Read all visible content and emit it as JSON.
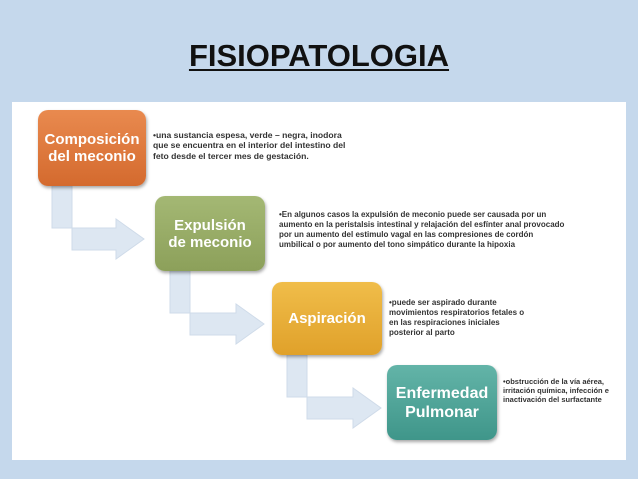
{
  "title": "FISIOPATOLOGIA",
  "colors": {
    "background": "#c5d8ec",
    "step1": "#e07a3f",
    "step2": "#97aa64",
    "step3": "#e8ad35",
    "step4": "#4fa598",
    "arrow": "#dde7f2"
  },
  "steps": [
    {
      "label": "Composición\ndel meconio",
      "description": "•una sustancia espesa, verde – negra, inodora que se encuentra en el interior del intestino del feto desde el tercer mes de gestación."
    },
    {
      "label": "Expulsión\nde meconio",
      "description": "•En algunos casos la expulsión de meconio puede ser causada por un aumento en la peristalsis intestinal y relajación del esfínter anal provocado por un aumento del estimulo vagal en las compresiones de cordón umbilical o por aumento del tono simpático durante la hipoxia"
    },
    {
      "label": "Aspiración",
      "description": "•puede ser aspirado durante movimientos respiratorios fetales o en las respiraciones iniciales posterior al parto"
    },
    {
      "label": "Enfermedad\nPulmonar",
      "description": "•obstrucción de la vía aérea, irritación química, infección e inactivación del surfactante"
    }
  ]
}
